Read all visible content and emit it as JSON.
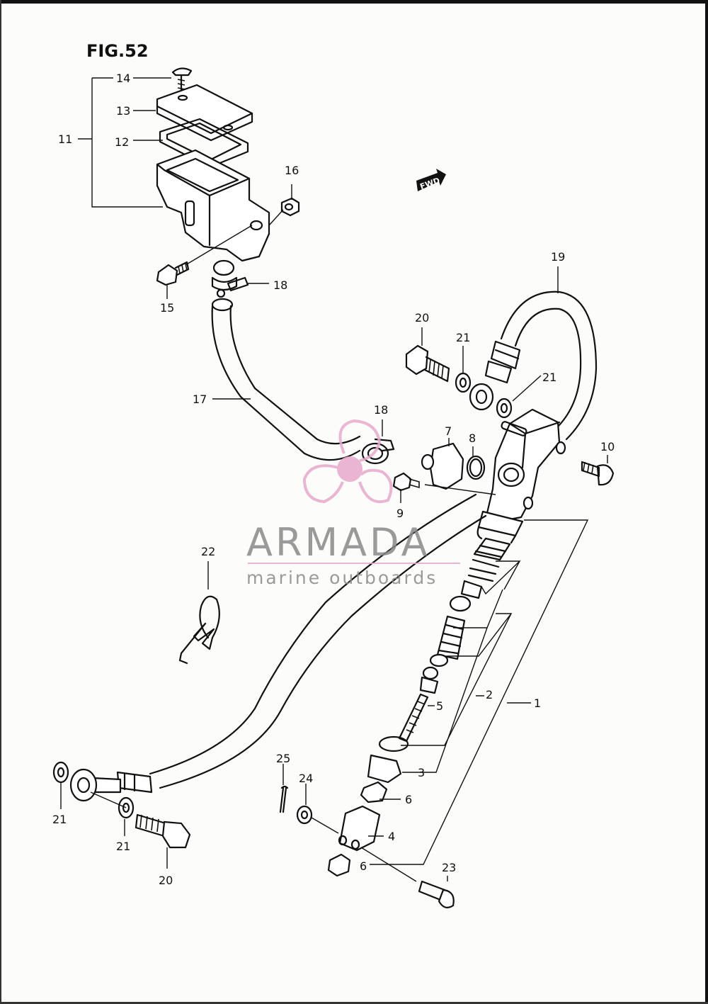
{
  "figure": {
    "title": "FIG.52"
  },
  "fwd_badge": {
    "text": "FWD"
  },
  "callouts": {
    "c1": "1",
    "c2": "2",
    "c3": "3",
    "c4": "4",
    "c5": "5",
    "c6a": "6",
    "c6b": "6",
    "c7": "7",
    "c8": "8",
    "c9": "9",
    "c10": "10",
    "c11": "11",
    "c12": "12",
    "c13": "13",
    "c14": "14",
    "c15": "15",
    "c16": "16",
    "c17": "17",
    "c18a": "18",
    "c18b": "18",
    "c19": "19",
    "c20a": "20",
    "c20b": "20",
    "c21a": "21",
    "c21b": "21",
    "c21c": "21",
    "c21d": "21",
    "c22": "22",
    "c23": "23",
    "c24": "24",
    "c25": "25"
  },
  "watermark": {
    "brand": "ARMADA",
    "tagline": "marine outboards",
    "colors": {
      "propeller": "#e8a9cc",
      "text": "#8a8a8a",
      "rule": "#e8a9cc"
    }
  }
}
